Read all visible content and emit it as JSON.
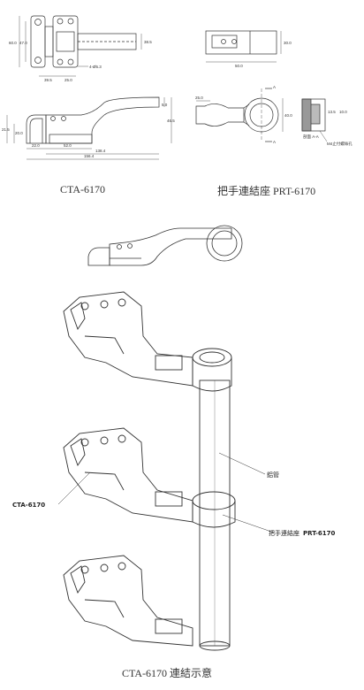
{
  "captions": {
    "cta": "CTA-6170",
    "prt": "把手連結座 PRT-6170",
    "assembly": "CTA-6170 連結示意"
  },
  "dims": {
    "top_h": "60.0",
    "top_h2": "47.0",
    "top_w1": "39.5",
    "top_w2": "25.0",
    "top_hole": "4-Ø5.3",
    "top_right": "38.5",
    "side_h1": "21.5",
    "side_h2": "20.0",
    "side_w1": "22.0",
    "side_w2": "52.0",
    "side_w3": "138.4",
    "side_w4": "156.4",
    "side_r1": "5.0",
    "side_r2": "46.5",
    "prt_top_w": "50.0",
    "prt_top_h": "30.0",
    "prt_front_w": "25.0",
    "prt_front_d": "40.0",
    "prt_sec_a": "13.5",
    "prt_sec_b": "10.0",
    "section_label": "剖面 A-A",
    "screw_label": "M4止付螺絲孔",
    "arrow_a1": "A",
    "arrow_a2": "A"
  },
  "callouts": {
    "pipe": "鋁管",
    "cta_label": "CTA-6170",
    "prt_prefix": "把手連結座",
    "prt_code": "PRT-6170"
  }
}
